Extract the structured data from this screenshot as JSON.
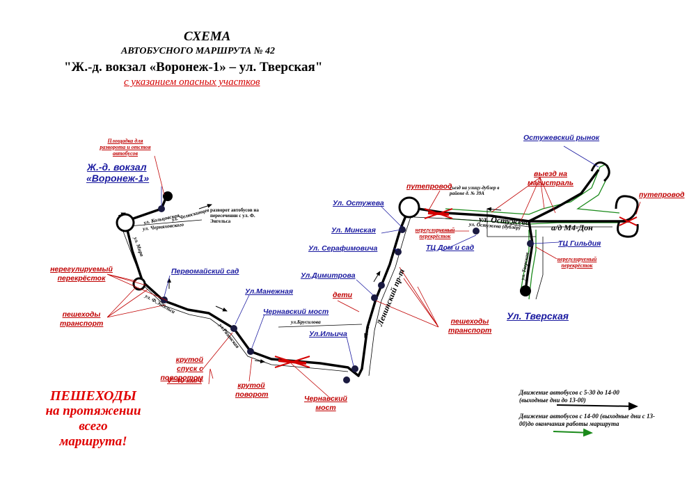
{
  "title": {
    "line1": "СХЕМА",
    "line2": "АВТОБУСНОГО МАРШРУТА № 42",
    "line3": "\"Ж.-д. вокзал «Воронеж-1» – ул. Тверская\"",
    "subtitle": "с указанием опасных участков"
  },
  "terminals": {
    "start_line1": "Ж.-д. вокзал",
    "start_line2": "«Воронеж-1»",
    "end": "Ул. Тверская",
    "start_platform_note": "Площадка для разворота и отстоя автобусов"
  },
  "stops": {
    "pervomaisky": "Первомайский сад",
    "manezhnaya": "Ул.Манежная",
    "chernavsky": "Чернавский мост",
    "ilyicha": "Ул.Ильича",
    "dimitrova": "Ул.Димитрова",
    "serafimovicha": "Ул. Серафимовича",
    "minskaya": "Ул. Минская",
    "ostuzheva": "Ул. Остужева",
    "ostuzhevsky_market": "Остужевский рынок",
    "tc_dom_i_sad": "ТЦ Дом и сад",
    "tc_gildiya": "ТЦ Гильдия"
  },
  "danger_labels": {
    "unregulated_left": "нерегулируемый перекрёсток",
    "pedestrians_left": "пешеходы транспорт",
    "steep_descent": "крутой спуск с поворотом",
    "speed": "V=40 км/ч",
    "sharp_turn": "крутой поворот",
    "chernavsky_bridge": "Чернавский мост",
    "children": "дети",
    "pedestrians_right": "пешеходы транспорт",
    "overpass_left": "путепровод",
    "unregulated_mid": "нерегулируемый перекрёсток",
    "exit_to_highway": "выезд на магистраль",
    "overpass_right": "путепровод",
    "unregulated_right": "нерегулируемый перекрёсток"
  },
  "notes": {
    "turnaround": "разворот автобусов на пересечении с ул. Ф. Энгельса",
    "exit_to_lane": "съезд на улицу-дублер в районе д. № 39А"
  },
  "streets": {
    "koltsovskaya": "ул. Кольцовская",
    "chelyuskintsev": "ул. Челюскинцев",
    "chernyakhovskogo": "ул. Черняховского",
    "mira": "ул. Мира",
    "f_engelsa": "ул. Ф.Энгельса",
    "ryazanskaya": "ул.Рязанская",
    "brusilova": "ул.Брусилова",
    "leninsky": "Ленинский пр-т",
    "ostuzheva": "ул. Остужева",
    "ostuzheva_dubler": "ул. Остужева (дублёр)",
    "tverskaya": "ул. Тверская",
    "m4": "а/д М4-Дон"
  },
  "big_note": {
    "line1": "ПЕШЕХОДЫ",
    "line2": "на  протяжении",
    "line3": "всего",
    "line4": "маршрута!"
  },
  "legend": {
    "black": "Движение автобусов с 5-30 до 14-00 (выходные дни до 13-00)",
    "green": "Движение автобусов с 14-00 (выходные дни с 13-00)до окончания работы маршрута",
    "colors": {
      "black": "#000000",
      "green": "#1a8a1a",
      "danger": "#c00000",
      "stop": "#1a1aa0"
    }
  }
}
